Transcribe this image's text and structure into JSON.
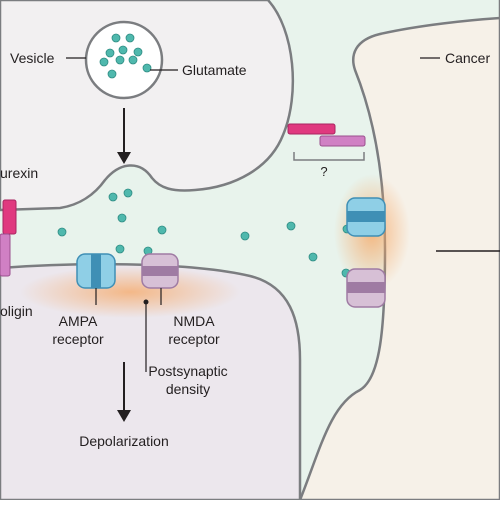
{
  "labels": {
    "vesicle": "Vesicle",
    "glutamate": "Glutamate",
    "cancer": "Cancer",
    "neurexin": "urexin",
    "neuroligin": "oligin",
    "question": "?",
    "ampa_line1": "AMPA",
    "ampa_line2": "receptor",
    "nmda_line1": "NMDA",
    "nmda_line2": "receptor",
    "psd_line1": "Postsynaptic",
    "psd_line2": "density",
    "depolarization": "Depolarization"
  },
  "colors": {
    "cleft": "#e8f3ec",
    "cell": "#f2f0f1",
    "postsynaptic": "#ece7ed",
    "cancer_cell": "#f6f1e8",
    "outline": "#7b7d80",
    "glutamate": "#4fb8ad",
    "ampa": "#8fcfe6",
    "ampa_dark": "#3f8fb5",
    "nmda": "#d7c0d6",
    "nmda_dark": "#9f7ba3",
    "neurexin": "#e0397f",
    "neuroligin": "#d080c4",
    "glow": "#f6a866"
  }
}
